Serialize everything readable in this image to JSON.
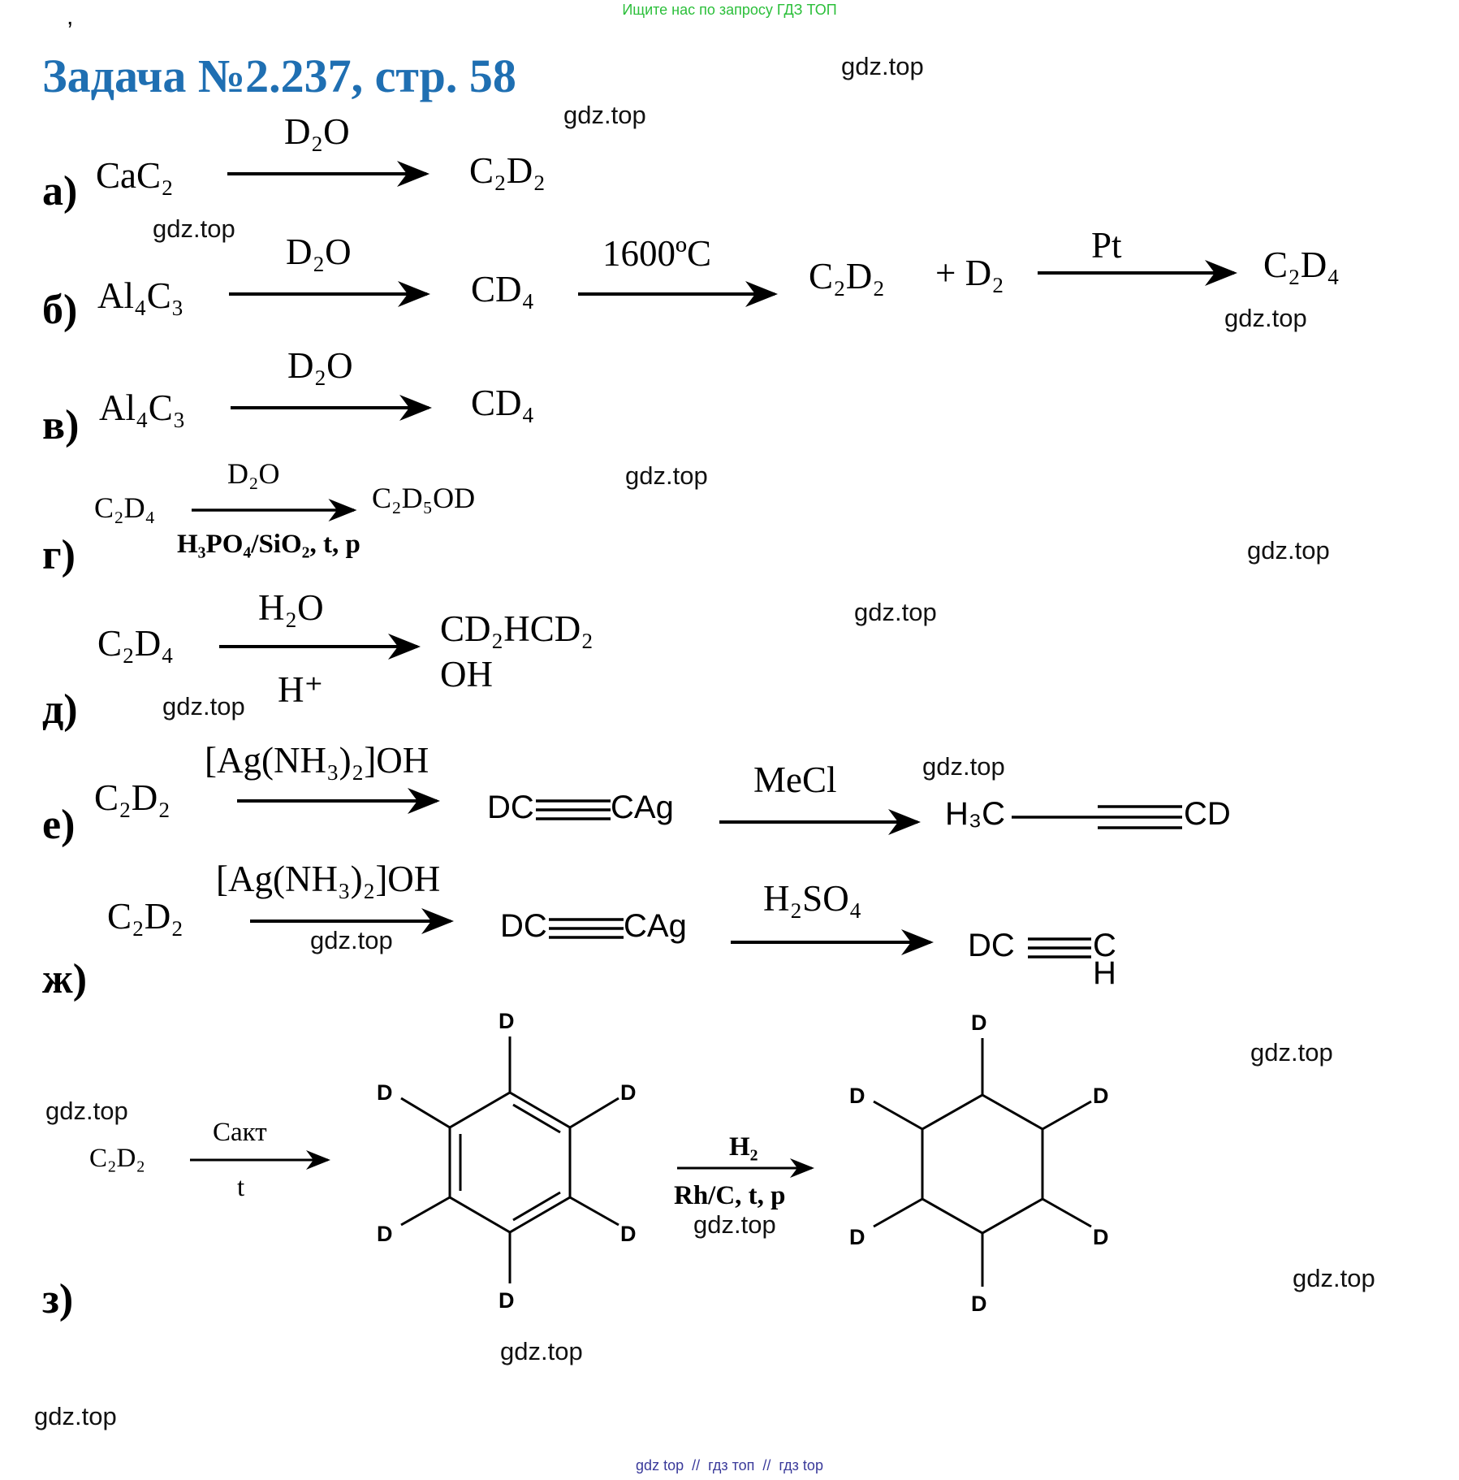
{
  "colors": {
    "title": "#1f6fb2",
    "top_note": "#2bbf3a",
    "footer": "#3a3a9a",
    "text": "#000000"
  },
  "top_note": "Ищите нас по запросу ГДЗ ТОП",
  "title": "Задача №2.237, стр. 58",
  "watermark": "gdz.top",
  "footer": "gdz top  //  гдз топ  //  гдз top",
  "a": {
    "letter": "а)",
    "reactant": "CaC₂",
    "reagent": "D₂O",
    "product": "C₂D₂"
  },
  "b": {
    "letter": "б)",
    "reactant": "Al₄C₃",
    "reagent1": "D₂O",
    "product1": "CD₄",
    "condition": "1600ºC",
    "product2": "C₂D₂",
    "plus": "+ D₂",
    "catalyst": "Pt",
    "product3": "C₂D₄"
  },
  "v": {
    "letter": "в)",
    "reactant": "Al₄C₃",
    "reagent": "D₂O",
    "product": "CD₄"
  },
  "g": {
    "letter": "г)",
    "reactant": "C₂D₄",
    "reagent": "D₂O",
    "conditions": "H₃PO₄/SiO₂, t, p",
    "product": "C₂D₅OD"
  },
  "d": {
    "letter": "д)",
    "reactant": "C₂D₄",
    "reagent": "H₂O",
    "catalyst": "H⁺",
    "product_line1": "CD₂HCD₂",
    "product_line2": "OH"
  },
  "e": {
    "letter": "е)",
    "reactant": "C₂D₂",
    "reagent1": "[Ag(NH₃)₂]OH",
    "int_left": "DC",
    "int_right": "CAg",
    "reagent2": "MeCl",
    "prod_left": "H₃C",
    "prod_right": "CD"
  },
  "zh": {
    "letter": "ж)",
    "reactant": "C₂D₂",
    "reagent1": "[Ag(NH₃)₂]OH",
    "int_left": "DC",
    "int_right": "CAg",
    "reagent2": "H₂SO₄",
    "prod_left": "DC",
    "prod_right": "C",
    "prod_bottom": "H"
  },
  "z": {
    "letter": "з)",
    "reactant": "C₂D₂",
    "catalyst": "Cакт",
    "condition": "t",
    "reagent2": "H₂",
    "conditions2": "Rh/C, t, p",
    "atom": "D"
  }
}
